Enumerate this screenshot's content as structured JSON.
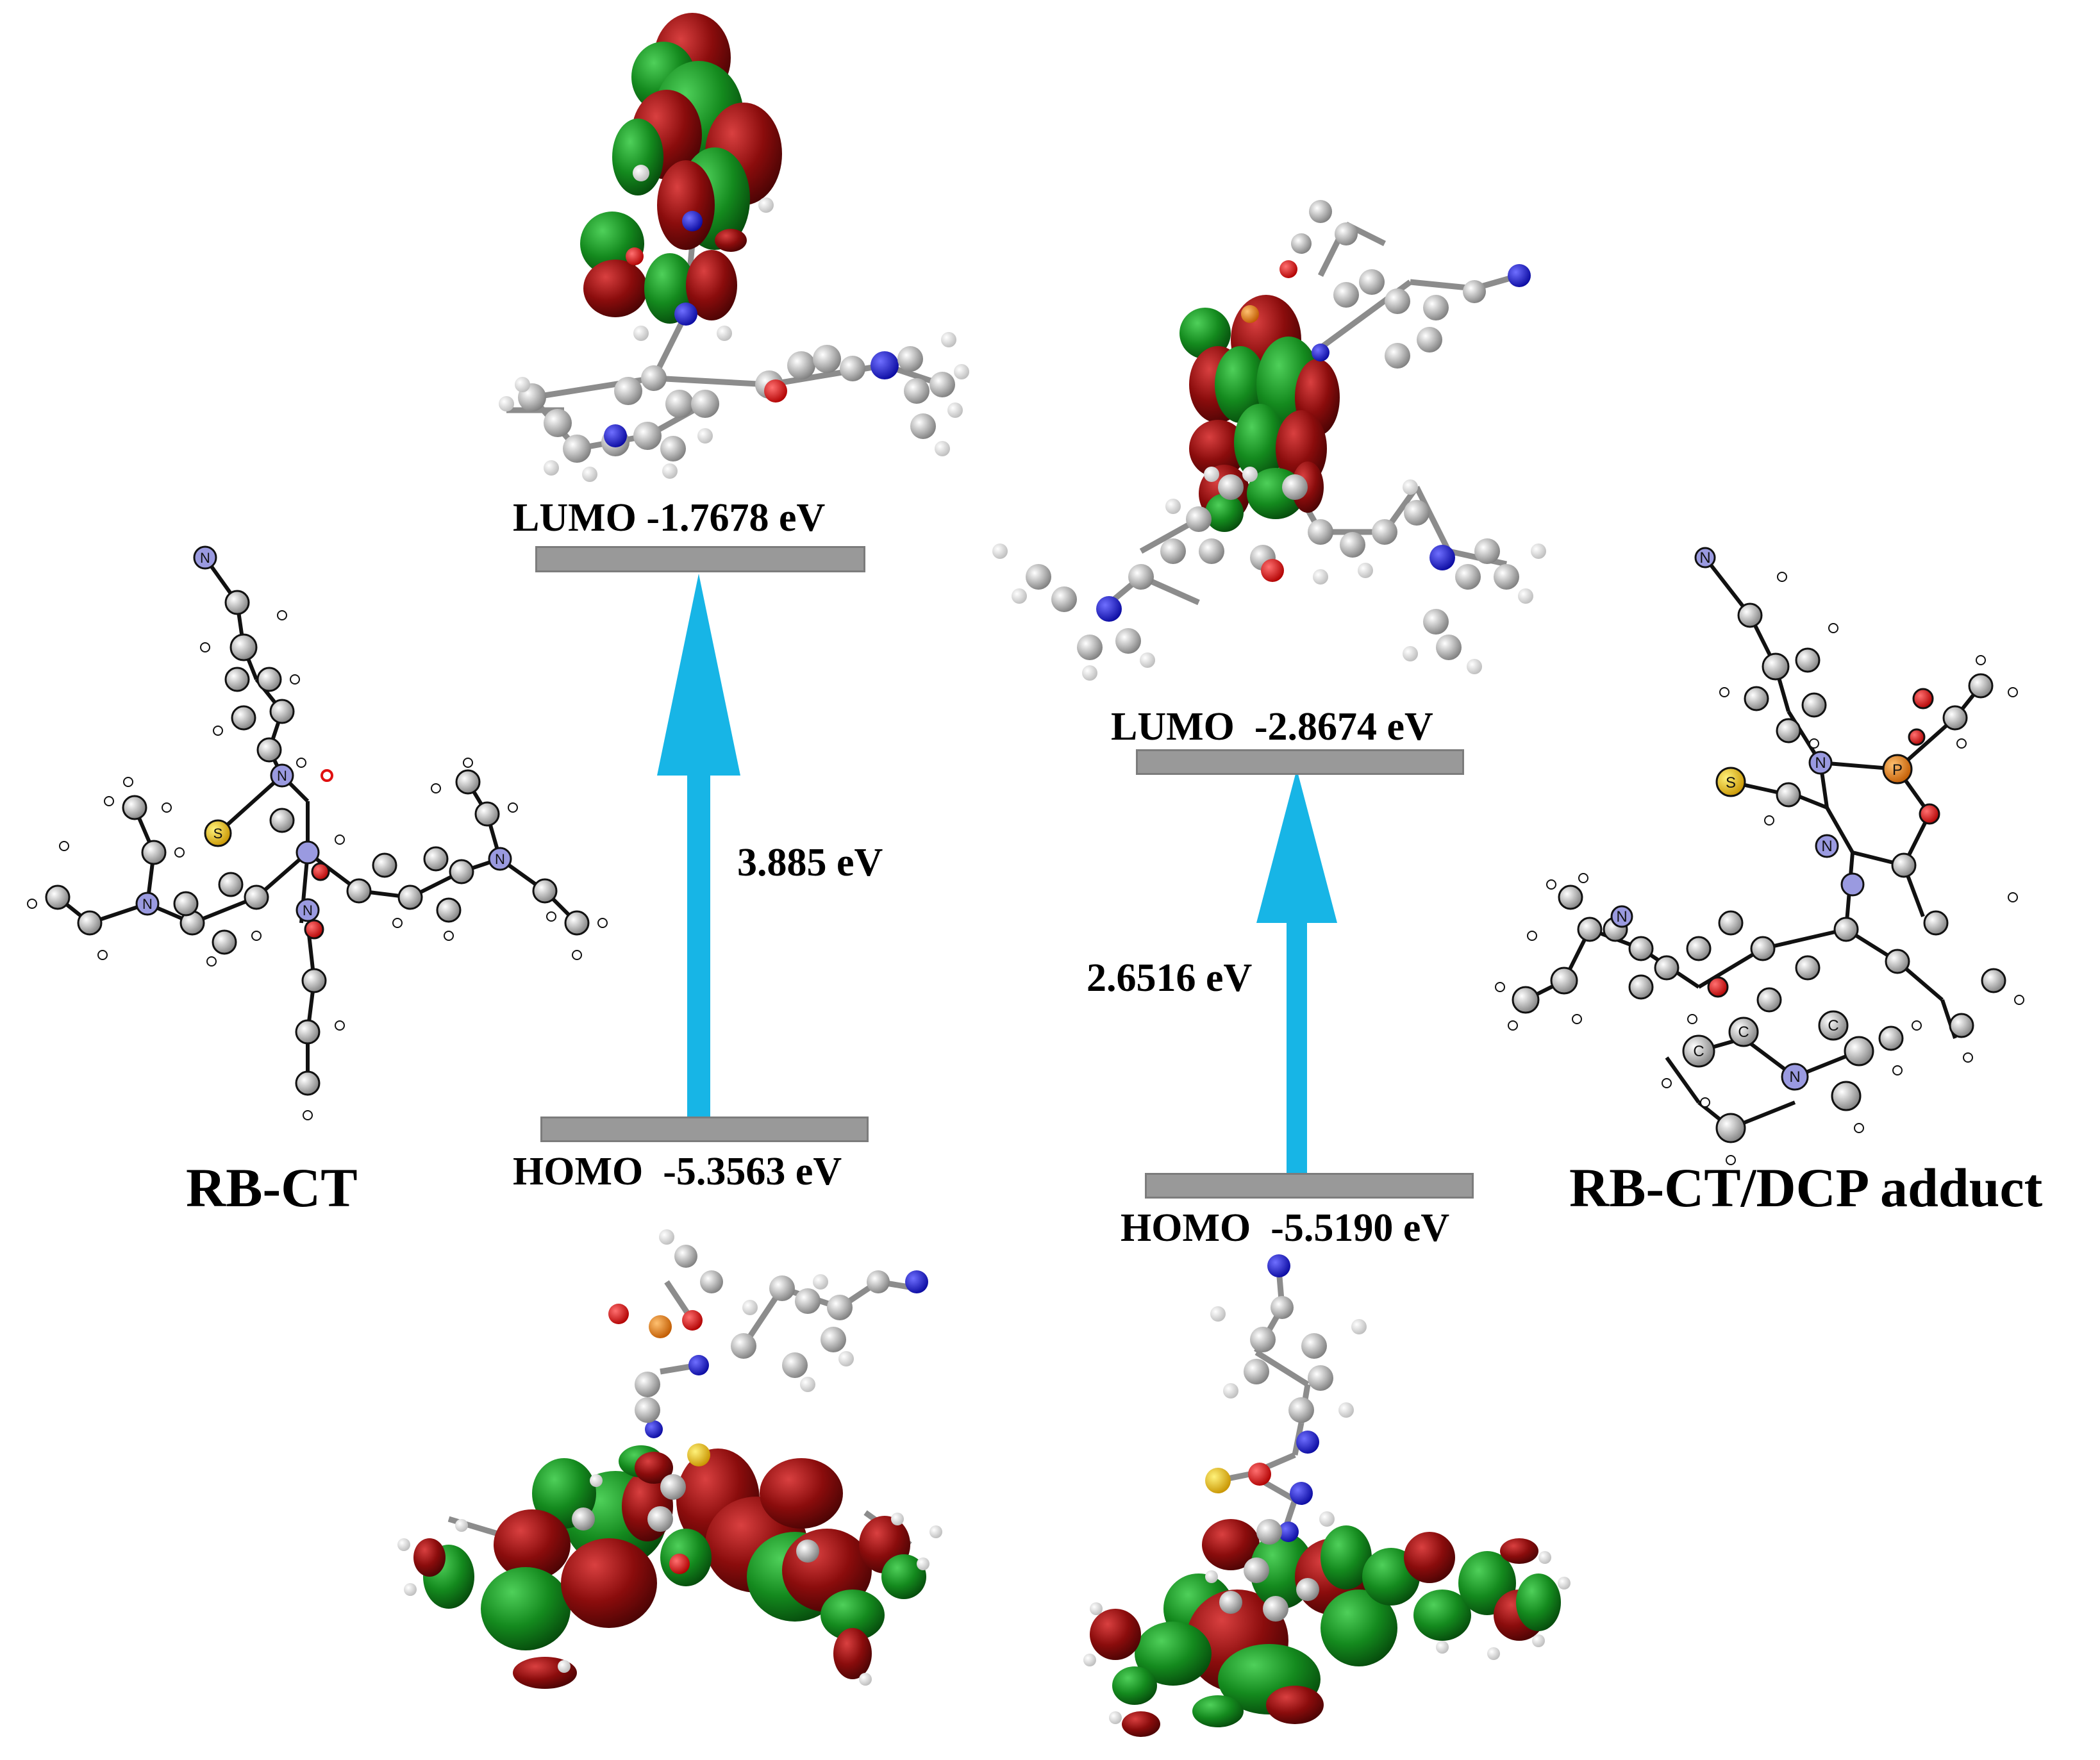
{
  "colors": {
    "arrow": "#17b5e6",
    "level_bar": "#999999",
    "orbital_positive": "#1f8a2a",
    "orbital_negative": "#8a1010",
    "atom_carbon": "#9c9c9c",
    "atom_hydrogen": "#ececec",
    "atom_nitrogen": "#1a1ad6",
    "atom_oxygen": "#e01010",
    "atom_sulfur": "#f0c020",
    "atom_phosphorus": "#f08a10"
  },
  "molecules": {
    "left": {
      "name": "RB-CT"
    },
    "right": {
      "name": "RB-CT/DCP adduct"
    }
  },
  "rbct": {
    "lumo_label": "LUMO -1.7678 eV",
    "homo_label": "HOMO  -5.3563 eV",
    "gap_label": "3.885 eV"
  },
  "adduct": {
    "lumo_label": "LUMO  -2.8674 eV",
    "homo_label": "HOMO  -5.5190 eV",
    "gap_label": "2.6516 eV"
  },
  "atom_labels": {
    "n": "N",
    "c": "C",
    "s": "S",
    "p": "P"
  }
}
